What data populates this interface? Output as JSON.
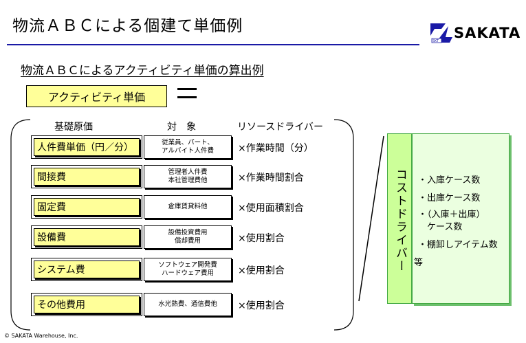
{
  "page": {
    "title": "物流ＡＢＣによる個建て単価例",
    "subtitle": "物流ＡＢＣによるアクティビティ単価の算出例",
    "unit_label": "アクティビティ単価",
    "copyright": "© SAKATA Warehouse, Inc."
  },
  "logo": {
    "text": "SAKATA",
    "mark_text": "SKT",
    "icon": "sakata-logo-icon"
  },
  "headers": {
    "base": "基礎原価",
    "target": "対　象",
    "driver": "リソースドライバー"
  },
  "rows": [
    {
      "base": "人件費単価（円／分）",
      "target_line1": "従業員、パート、",
      "target_line2": "アルバイト人件費",
      "driver": "×作業時間（分）"
    },
    {
      "base": "間接費",
      "target_line1": "管理者人件費",
      "target_line2": "本社管理費他",
      "driver": "×作業時間割合"
    },
    {
      "base": "固定費",
      "target_line1": "倉庫賃貸料他",
      "target_line2": "",
      "driver": "×使用面積割合"
    },
    {
      "base": "設備費",
      "target_line1": "設備投資費用",
      "target_line2": "償却費用",
      "driver": "×使用割合"
    },
    {
      "base": "システム費",
      "target_line1": "ソフトウェア開発費",
      "target_line2": "ハードウェア費用",
      "driver": "×使用割合"
    },
    {
      "base": "その他費用",
      "target_line1": "水光熱費、通信費他",
      "target_line2": "",
      "driver": "×使用割合"
    }
  ],
  "cost_driver": {
    "label": "コストドライバー",
    "items": [
      "・入庫ケース数",
      "・出庫ケース数",
      "・（入庫＋出庫）",
      "　ケース数",
      "・棚卸しアイテム数",
      "等"
    ]
  },
  "colors": {
    "yellow": "#ffff99",
    "green_bar": "#ccff99",
    "green_box": "#ebffe0",
    "rule": "#1a1aa6"
  }
}
